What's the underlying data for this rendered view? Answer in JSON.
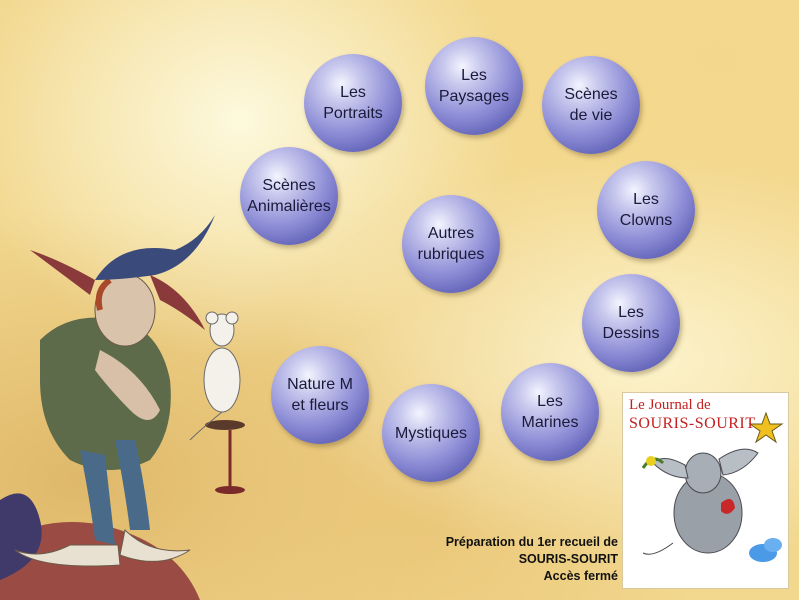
{
  "menu": {
    "paysages": "Les\nPaysages",
    "portraits": "Les\nPortraits",
    "scenes_vie": "Scènes\nde vie",
    "animalieres": "Scènes\nAnimalières",
    "clowns": "Les\nClowns",
    "autres": "Autres\nrubriques",
    "dessins": "Les\nDessins",
    "nature": "Nature M\net fleurs",
    "marines": "Les\nMarines",
    "mystiques": "Mystiques"
  },
  "footer": {
    "line1": "Préparation du 1er recueil de",
    "line2": "SOURIS-SOURIT",
    "line3": "Accès fermé"
  },
  "journal": {
    "title1": "Le Journal de",
    "title2": "SOURIS-SOURIT"
  },
  "colors": {
    "bubble": "#7a7ad0",
    "journal_title": "#c42020",
    "background": "#f2d88f"
  }
}
